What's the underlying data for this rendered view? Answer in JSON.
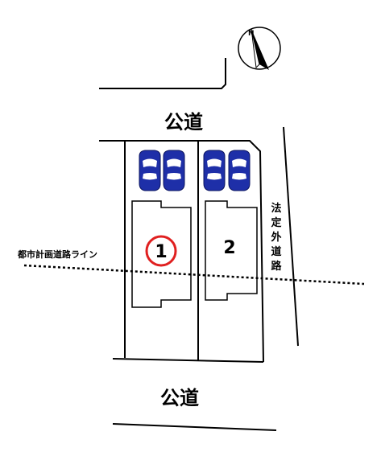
{
  "roads": {
    "top_label": "公道",
    "bottom_label": "公道",
    "side_label": "法定外道路"
  },
  "planning_line": {
    "label": "都市計画道路ライン"
  },
  "compass": {
    "label": "N"
  },
  "lots": [
    {
      "number": "1",
      "highlighted": true
    },
    {
      "number": "2",
      "highlighted": false
    }
  ],
  "colors": {
    "car_body": "#1e2fa8",
    "highlight_circle": "#e02020",
    "lines": "#000000"
  },
  "icons": [
    "compass-icon",
    "car-icon"
  ]
}
